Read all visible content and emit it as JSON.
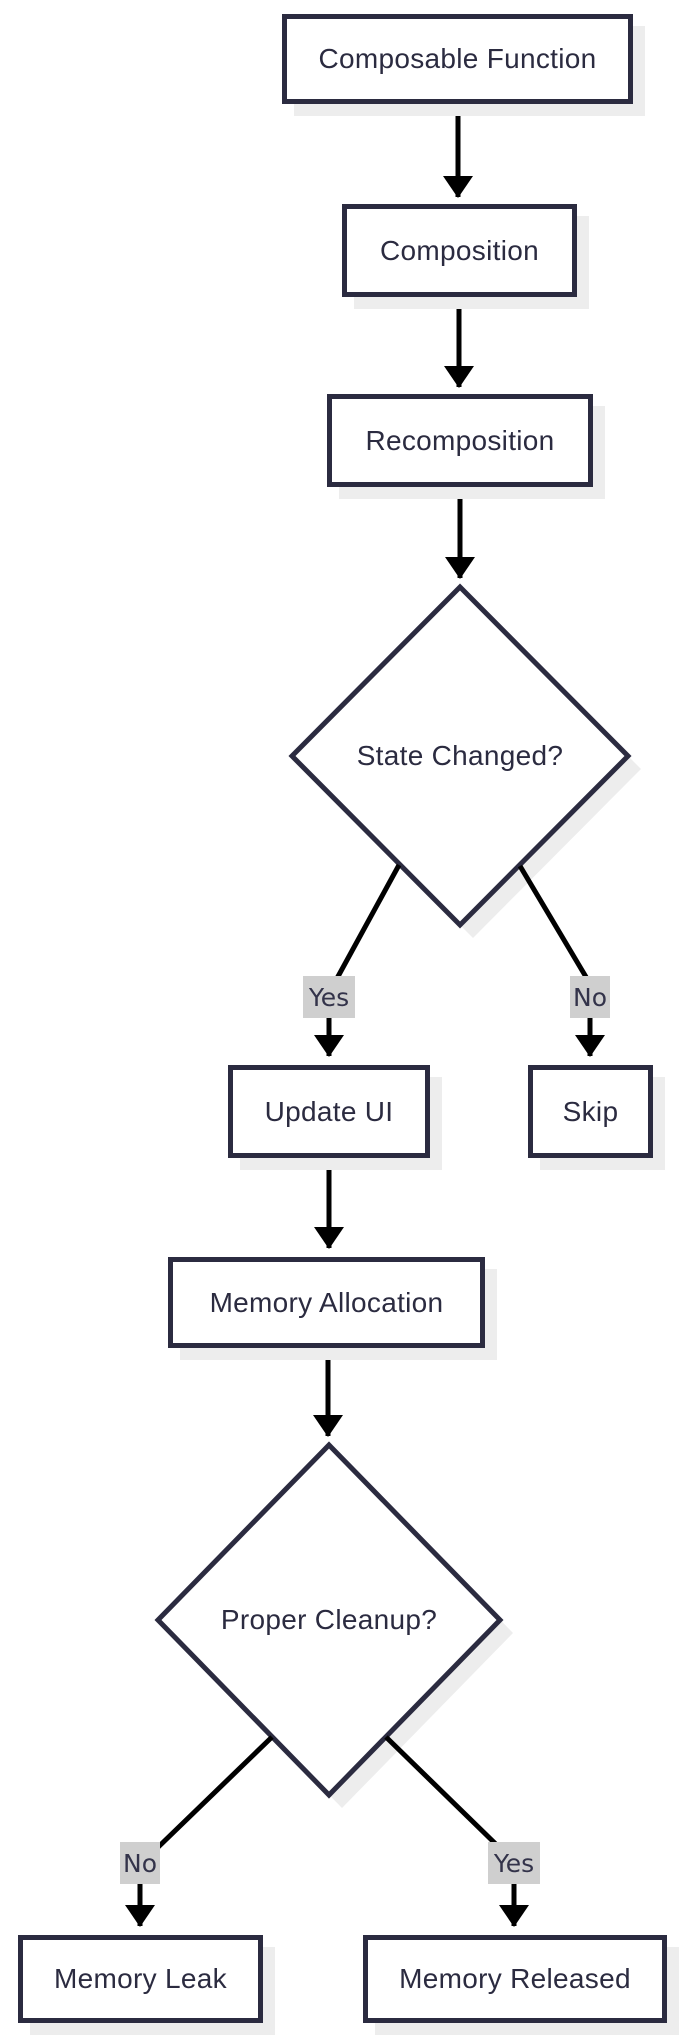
{
  "diagram": {
    "type": "flowchart",
    "direction": "top-down",
    "nodes": [
      {
        "id": "composable-function",
        "label": "Composable Function",
        "shape": "rect"
      },
      {
        "id": "composition",
        "label": "Composition",
        "shape": "rect"
      },
      {
        "id": "recomposition",
        "label": "Recomposition",
        "shape": "rect"
      },
      {
        "id": "state-changed",
        "label": "State Changed?",
        "shape": "diamond"
      },
      {
        "id": "update-ui",
        "label": "Update UI",
        "shape": "rect"
      },
      {
        "id": "skip",
        "label": "Skip",
        "shape": "rect"
      },
      {
        "id": "memory-allocation",
        "label": "Memory Allocation",
        "shape": "rect"
      },
      {
        "id": "proper-cleanup",
        "label": "Proper Cleanup?",
        "shape": "diamond"
      },
      {
        "id": "memory-leak",
        "label": "Memory Leak",
        "shape": "rect"
      },
      {
        "id": "memory-released",
        "label": "Memory Released",
        "shape": "rect"
      }
    ],
    "edges": [
      {
        "from": "composable-function",
        "to": "composition",
        "label": ""
      },
      {
        "from": "composition",
        "to": "recomposition",
        "label": ""
      },
      {
        "from": "recomposition",
        "to": "state-changed",
        "label": ""
      },
      {
        "from": "state-changed",
        "to": "update-ui",
        "label": "Yes"
      },
      {
        "from": "state-changed",
        "to": "skip",
        "label": "No"
      },
      {
        "from": "update-ui",
        "to": "memory-allocation",
        "label": ""
      },
      {
        "from": "memory-allocation",
        "to": "proper-cleanup",
        "label": ""
      },
      {
        "from": "proper-cleanup",
        "to": "memory-leak",
        "label": "No"
      },
      {
        "from": "proper-cleanup",
        "to": "memory-released",
        "label": "Yes"
      }
    ],
    "colors": {
      "node_border": "#2b2b40",
      "node_fill": "#ffffff",
      "node_text": "#2b2b40",
      "arrow": "#000000",
      "edge_label_bg": "#cfcfcf",
      "edge_label_text": "#33334a",
      "shadow": "#ededed",
      "background": "#ffffff"
    }
  }
}
